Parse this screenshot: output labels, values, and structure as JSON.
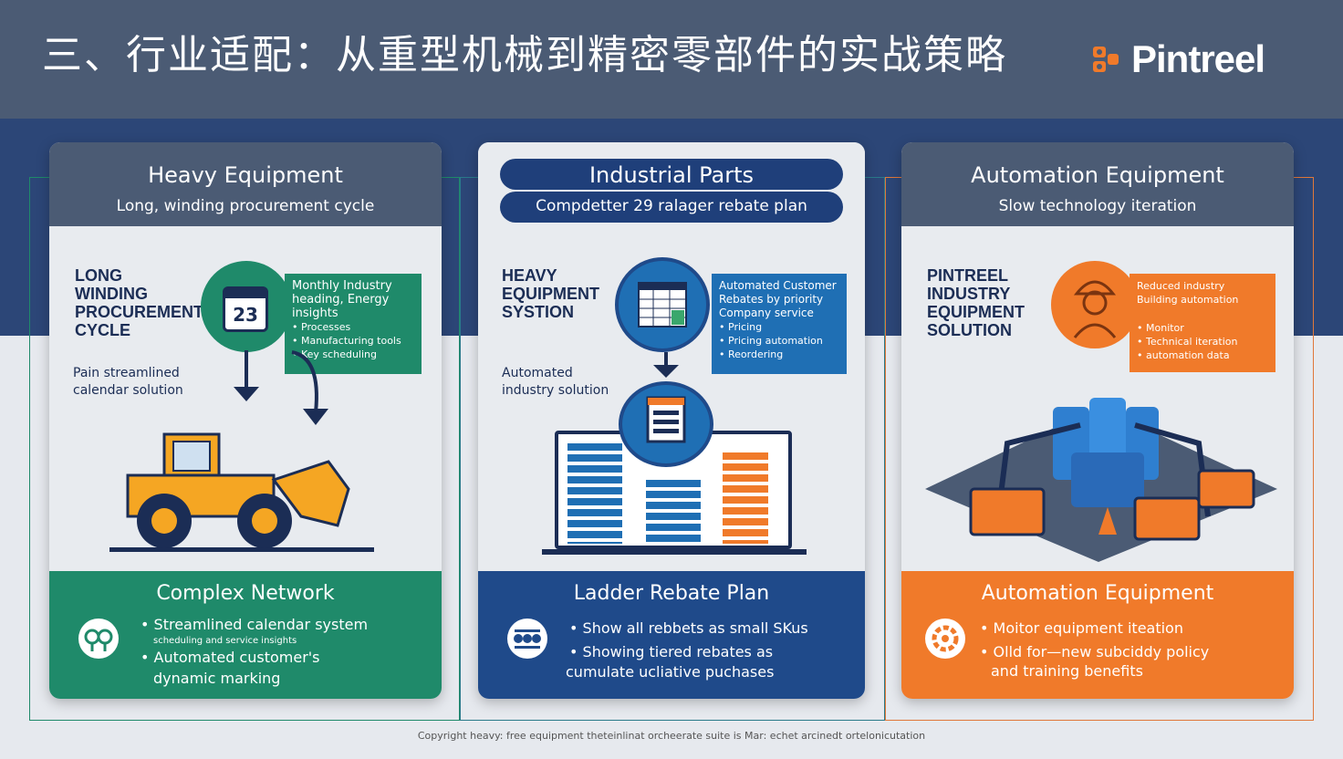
{
  "header": {
    "title": "三、行业适配：从重型机械到精密零部件的实战策略",
    "logo_text": "Pintreel",
    "accent": "#f07a2a"
  },
  "cards": [
    {
      "title": "Heavy Equipment",
      "subtitle": "Long, winding procurement cycle",
      "side_label": "LONG\nWINDING\nPROCUREMENT\nCYCLE",
      "small_label": "Pain streamlined\ncalendar solution",
      "calendar_number": "23",
      "callout_title": "Monthly Industry\nheading, Energy\ninsights",
      "callout_items": [
        "Processes",
        "Manufacturing tools",
        "Key scheduling"
      ],
      "bottom_title": "Complex Network",
      "bullets": [
        "Streamlined calendar system",
        "Automated customer's",
        "dynamic marking"
      ],
      "bullet_sub": "scheduling and service insights",
      "color": "#1f8a6a"
    },
    {
      "title": "Industrial Parts",
      "subtitle": "Compdetter 29 ralager rebate plan",
      "side_label": "HEAVY\nEQUIPMENT\nSYSTION",
      "small_label": "Automated\nindustry solution",
      "callout_title": "Automated Customer\nRebates by priority\nCompany service",
      "callout_items": [
        "Pricing",
        "Pricing automation",
        "Reordering"
      ],
      "bottom_title": "Ladder Rebate Plan",
      "bullets": [
        "Show all rebbets as small SKus",
        "Showing tiered rebates as",
        "cumulate ucliative puchases"
      ],
      "color": "#1f4a8a"
    },
    {
      "title": "Automation Equipment",
      "subtitle": "Slow technology iteration",
      "side_label": "PINTREEL\nINDUSTRY\nEQUIPMENT\nSOLUTION",
      "callout_title": "Reduced industry\nBuilding automation",
      "callout_items": [
        "Monitor",
        "Technical iteration",
        "automation data"
      ],
      "bottom_title": "Automation Equipment",
      "bullets": [
        "Moitor equipment iteation",
        "Olld for—new subciddy policy",
        "and training benefits"
      ],
      "color": "#f07a2a"
    }
  ],
  "footer": "Copyright heavy: free equipment theteinlinat orcheerate suite is Mar: echet arcinedt ortelonicutation"
}
